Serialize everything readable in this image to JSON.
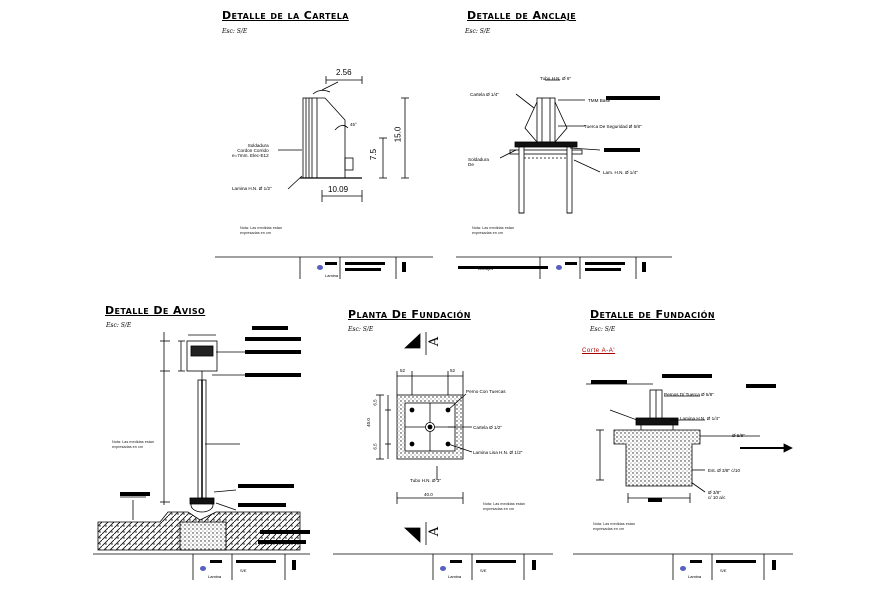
{
  "titles": {
    "cartela": "Detalle de la Cartela",
    "anclaje": "Detalle de Anclaje",
    "aviso": "Detalle De Aviso",
    "planta": "Planta De Fundación",
    "fundacion": "Detalle de Fundación"
  },
  "scales": {
    "cartela": "Esc: S/E",
    "anclaje": "Esc: S/E",
    "aviso": "Esc: S/E",
    "planta": "Esc: S/E"
  },
  "cartela": {
    "dim_top": "2.56",
    "dim_right": "15.0",
    "dim_mid": "7.5",
    "dim_bottom": "10.09",
    "angle": "45°",
    "label_soldadura": "Soldadura\nCordon Corrido\ne=7mm. Elec-E12",
    "label_lamina": "Lamina H.N. Ø 1/2\"",
    "note": "Nota: Las medidas estan\nexpresadas en cm"
  },
  "anclaje": {
    "label_tubo": "Tubo H.N. Ø 6\"",
    "label_cartela": "Cartela Ø 1/4\"",
    "label_tmm": "TMM Base",
    "label_tuerca": "Tuerca De Seguridad Ø 5/8\"",
    "label_soldadura": "Soldadura\nDe",
    "label_lam": "Lam. H.N. Ø 1/4\"",
    "note": "Nota: Las medidas estan\nexpresadas en cm",
    "bottom_label": "Anclajes"
  },
  "aviso": {
    "note": "Nota: Las medidas estan\nexpresadas en cm"
  },
  "planta": {
    "section_letter": "A",
    "dim_a": "52",
    "dim_b": "52",
    "dim_side": "40.0",
    "dim_s1": "6.5",
    "dim_s2": "6.5",
    "dim_bottom": "40.0",
    "label_perno": "Perno Con Tuercas",
    "label_cartela": "Cartela Ø 1/2\"",
    "label_lamina": "Lamina Lisa H.N. Ø 1/2\"",
    "label_tubo": "Tubo H.N. Ø 3\"",
    "note": "Nota: Las medidas estan\nexpresadas en cm"
  },
  "fundacion": {
    "corte": "Corte A-A'",
    "label_perno": "Pernos D/ Tuerca Ø 5/8\"",
    "label_lamina": "Lamina H.N. Ø 1/4\"",
    "label_arr": "Ø 5/8\"",
    "label_est": "Est. Ø 3/8\" c/10",
    "label_est2": "Ø 3/8\"\nc/ 10 a/c",
    "note": "Nota: Las medidas estan\nexpresadas en cm"
  },
  "titleblock": {
    "sheet_label": "Lamina",
    "sheet_value": "S/E"
  },
  "colors": {
    "line": "#000000",
    "hatch": "#3a3a3a",
    "logo": "#5560c0",
    "accent": "#a00000"
  }
}
